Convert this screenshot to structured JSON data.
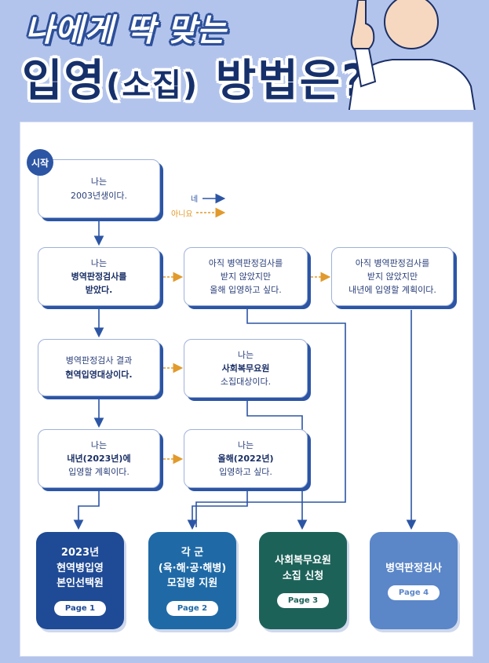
{
  "header": {
    "line1": "나에게 딱 맞는",
    "line2_a": "입영",
    "line2_paren": "(소집)",
    "line2_b": " 방법은?"
  },
  "flow": {
    "start": "시작",
    "legend": {
      "yes": "네",
      "no": "아니요"
    },
    "n1": [
      "나는",
      "2003년생이다."
    ],
    "n2": [
      "나는",
      "병역판정검사를",
      "받았다."
    ],
    "n3": [
      "아직 병역판정검사를",
      "받지 않았지만",
      "올해 입영하고 싶다."
    ],
    "n4": [
      "아직 병역판정검사를",
      "받지 않았지만",
      "내년에 입영할 계획이다."
    ],
    "n5": [
      "병역판정검사 결과",
      "현역입영대상이다."
    ],
    "n6": [
      "나는",
      "사회복무요원",
      "소집대상이다."
    ],
    "n7": [
      "나는",
      "내년(2023년)에",
      "입영할 계획이다."
    ],
    "n8": [
      "나는",
      "올해(2022년)",
      "입영하고 싶다."
    ]
  },
  "destinations": [
    {
      "lines": [
        "2023년",
        "현역병입영",
        "본인선택원"
      ],
      "page": "Page 1",
      "color": "#1f4a95"
    },
    {
      "lines": [
        "각 군",
        "(육·해·공·해병)",
        "모집병 지원"
      ],
      "page": "Page 2",
      "color": "#1f6aa6"
    },
    {
      "lines": [
        "사회복무요원",
        "소집 신청"
      ],
      "page": "Page 3",
      "color": "#1d6259"
    },
    {
      "lines": [
        "병역판정검사"
      ],
      "page": "Page 4",
      "color": "#5b86c8"
    }
  ],
  "colors": {
    "yes_arrow": "#2c55a4",
    "no_arrow": "#e19a2b",
    "background": "#b3c4ec"
  }
}
